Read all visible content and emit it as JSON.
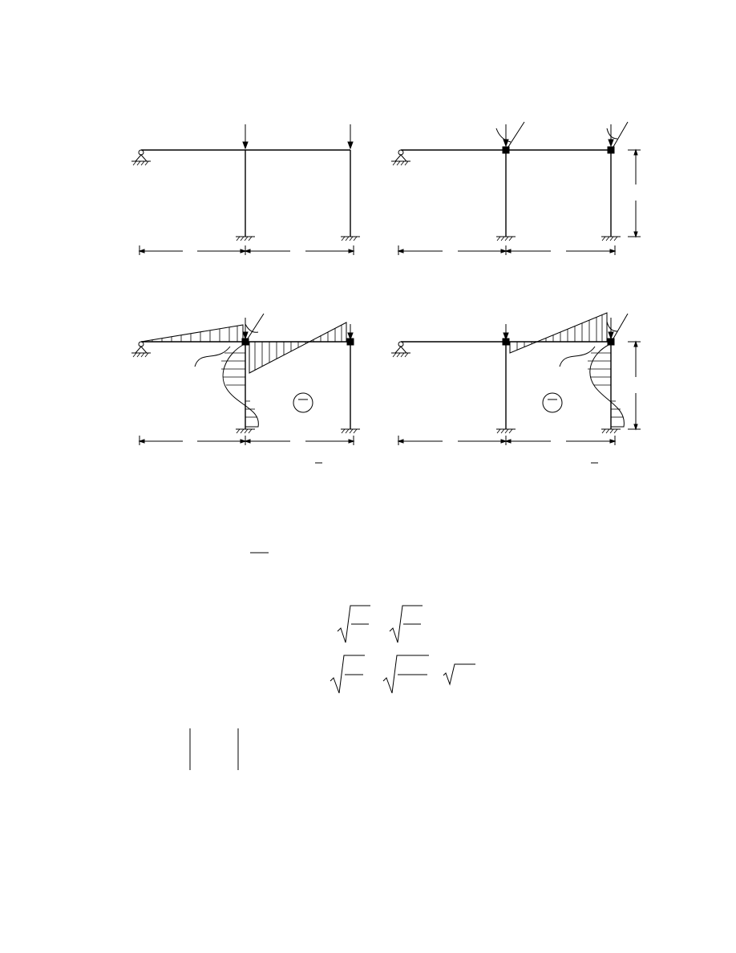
{
  "colors": {
    "ink": "#000000",
    "background": "#ffffff"
  },
  "figures": [
    {
      "id": "frame-loaded",
      "description_of_content": ""
    },
    {
      "id": "frame-restrained",
      "description_of_content": ""
    },
    {
      "id": "moment-diagram-left",
      "description_of_content": ""
    },
    {
      "id": "moment-diagram-right",
      "description_of_content": ""
    }
  ],
  "equations": {
    "fraction_bar": true,
    "sqrt_rows": 2,
    "determinant_bars": true
  }
}
